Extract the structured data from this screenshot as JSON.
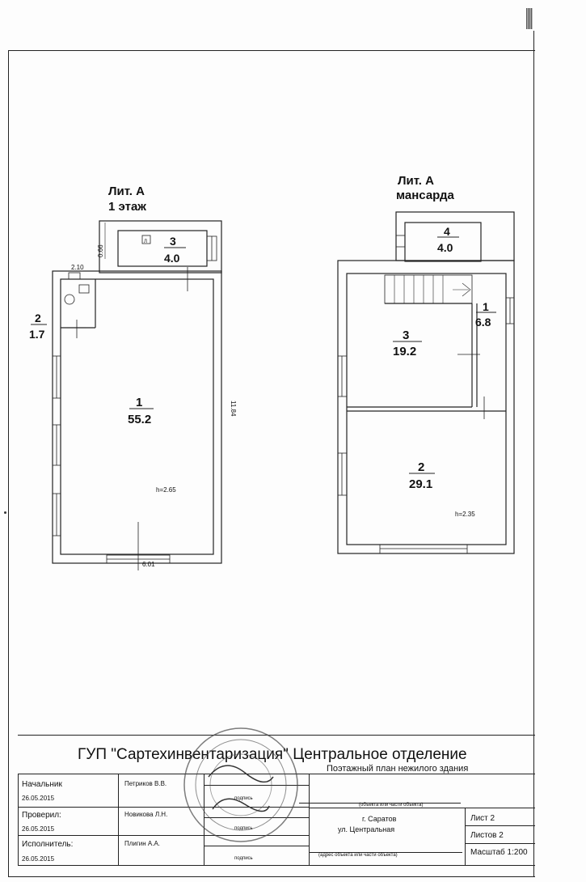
{
  "plan_left": {
    "header": "Лит. А",
    "subheader": "1 этаж",
    "rooms": [
      {
        "num": "3",
        "area": "4.0"
      },
      {
        "num": "2",
        "area": "1.7"
      },
      {
        "num": "1",
        "area": "55.2"
      }
    ],
    "dims": {
      "d1": "0.66",
      "d2": "2.10",
      "d3": "11.84",
      "d4": "6.01"
    },
    "height": "h=2.65",
    "mark": "Л"
  },
  "plan_right": {
    "header": "Лит. А",
    "subheader": "мансарда",
    "rooms": [
      {
        "num": "4",
        "area": "4.0"
      },
      {
        "num": "1",
        "area": "6.8"
      },
      {
        "num": "3",
        "area": "19.2"
      },
      {
        "num": "2",
        "area": "29.1"
      }
    ],
    "height": "h=2.35"
  },
  "title_block": {
    "org": "ГУП \"Сартехинвентаризация\" Центральное отделение",
    "doc_title": "Поэтажный план нежилого здания",
    "object_caption": "(объекта или части объекта)",
    "city": "г. Саратов",
    "street": "ул. Центральная",
    "address_caption": "(адрес объекта или части объекта)",
    "rows": [
      {
        "role": "Начальник",
        "date": "26.05.2015",
        "name": "Петриков В.В.",
        "sign": "подпись"
      },
      {
        "role": "Проверил:",
        "date": "26.05.2015",
        "name": "Новикова Л.Н.",
        "sign": "подпись"
      },
      {
        "role": "Исполнитель:",
        "date": "26.05.2015",
        "name": "Плигин А.А.",
        "sign": "подпись"
      }
    ],
    "sheet": "Лист 2",
    "sheets": "Листов 2",
    "scale": "Масштаб 1:200"
  }
}
